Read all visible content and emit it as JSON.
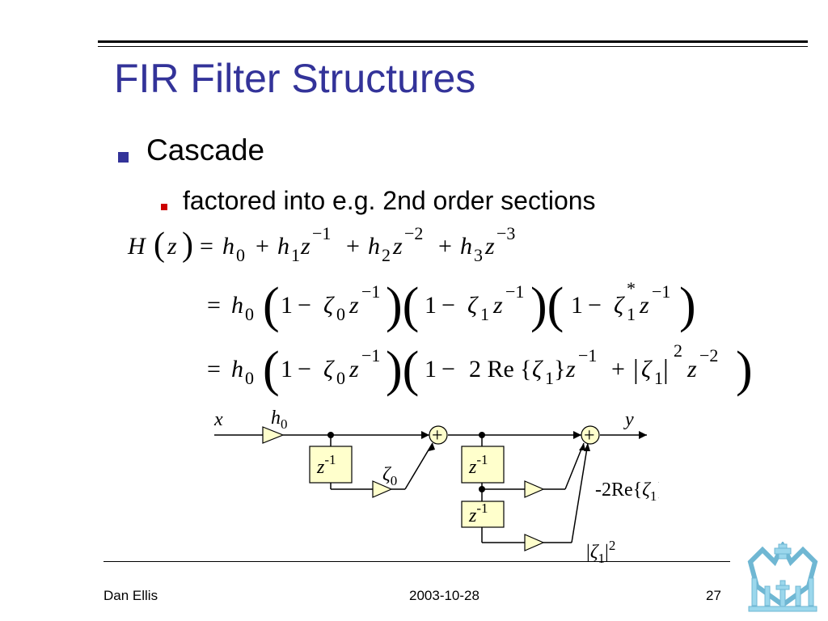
{
  "slide": {
    "title": "FIR Filter Structures",
    "bullet_1": "Cascade",
    "bullet_2": "factored into e.g. 2nd order sections"
  },
  "equation": {
    "line1": "H(z) = h0 + h1 z^-1 + h2 z^-2 + h3 z^-3",
    "line2": "= h0 (1 - ζ0 z^-1)(1 - ζ1 z^-1)(1 - ζ1* z^-1)",
    "line3": "= h0 (1 - ζ0 z^-1)(1 - 2 Re{ζ1} z^-1 + |ζ1|^2 z^-2)"
  },
  "diagram": {
    "input": "x",
    "output": "y",
    "gain_h": "h",
    "gain_h_sub": "0",
    "delay": "z",
    "delay_sup": "-1",
    "zeta": "ζ",
    "zeta0_sub": "0",
    "zeta1_sub": "1",
    "coef_re_prefix": "-2Re{",
    "coef_re_suffix": "}",
    "coef_abs_left": "|",
    "coef_abs_right": "|",
    "coef_abs_sup": "2",
    "plus": "+"
  },
  "footer": {
    "author": "Dan Ellis",
    "date": "2003-10-28",
    "page": "27"
  },
  "colors": {
    "title": "#333399",
    "bullet_level1": "#333399",
    "bullet_level2": "#cc0000",
    "block_fill": "#ffffcc",
    "logo": "#9bd7ec"
  }
}
